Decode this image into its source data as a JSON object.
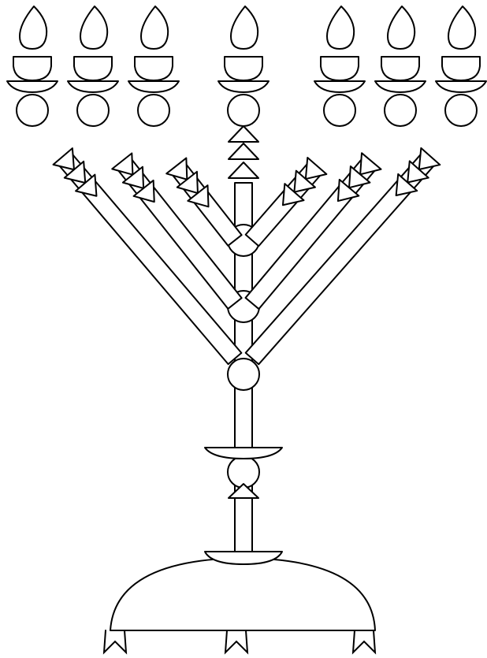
{
  "drawing": {
    "subject": "menorah-coloring-outline",
    "branch_count": 7,
    "flame_count": 7,
    "stem_knob_count": 4,
    "foot_count": 3
  },
  "colors": {
    "background": "#ffffff",
    "stroke": "#000000",
    "fill": "#ffffff"
  }
}
